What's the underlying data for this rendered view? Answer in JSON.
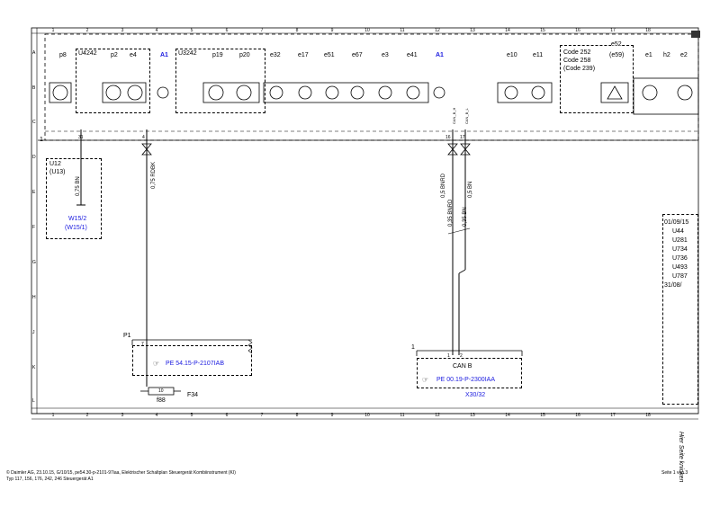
{
  "columns": [
    "1",
    "2",
    "3",
    "4",
    "5",
    "6",
    "7",
    "8",
    "9",
    "10",
    "11",
    "12",
    "13",
    "14",
    "15",
    "16",
    "17",
    "18"
  ],
  "rows": [
    "A",
    "B",
    "C",
    "D",
    "E",
    "F",
    "G",
    "H",
    "J",
    "K",
    "L"
  ],
  "top_labels": {
    "p8": "p8",
    "u4242": "U4242",
    "p2": "p2",
    "e4": "e4",
    "a1_left": "A1",
    "u3242": "U3242",
    "p19": "p19",
    "p20": "p20",
    "e32": "e32",
    "e17": "e17",
    "e51": "e51",
    "e67": "e67",
    "e3": "e3",
    "e41": "e41",
    "a1_right": "A1",
    "e10": "e10",
    "e11": "e11",
    "code252": "Code 252",
    "code258": "Code 258",
    "code239": "(Code 239)",
    "e52": "e52",
    "e59": "(e59)",
    "e1": "e1",
    "h2": "h2",
    "e2": "e2"
  },
  "bus_marker": "1",
  "pins": {
    "p31": "31",
    "p4": "4",
    "p16": "16",
    "p17": "17"
  },
  "u12": {
    "l1": "U12",
    "l2": "(U13)",
    "wire": "0,75 BN",
    "ref1": "W15/2",
    "ref2": "(W15/1)"
  },
  "wire_rdbk": "0,75 RDBK",
  "can_wires": {
    "w1": "0,5 BNRD",
    "w2": "0,5 BN",
    "w3": "0,35 BNRD",
    "w4": "0,35 BN",
    "s1": "CAN_B_H",
    "s2": "CAN_B_L"
  },
  "p1_block": {
    "label": "P1",
    "pin": "7",
    "ref": "PE 54.15-P-2107IAB",
    "fuse": "f88",
    "fuse_name": "F34",
    "fuse_val": "10"
  },
  "can_block": {
    "marker": "1",
    "pin1": "1",
    "pin2": "2",
    "title": "CAN B",
    "ref": "PE 00.19-P-2300IAA",
    "conn": "X30/32"
  },
  "right_box": {
    "date": "01/09/15",
    "items": [
      "U44",
      "U281",
      "U734",
      "U736",
      "U493",
      "U787"
    ],
    "end": "31/08/"
  },
  "side_note": "Hier Seite knicken",
  "footer": {
    "line1": "© Daimler AG, 23.10.15, G/10/15, pe54.30-p-2101-97iaa, Elektrischer Schaltplan Steuergerät Kombiinstrument (KI)",
    "line2": "Typ 117, 156, 176, 242, 246 Steuergerät A1",
    "page": "Seite 1 von 3"
  }
}
